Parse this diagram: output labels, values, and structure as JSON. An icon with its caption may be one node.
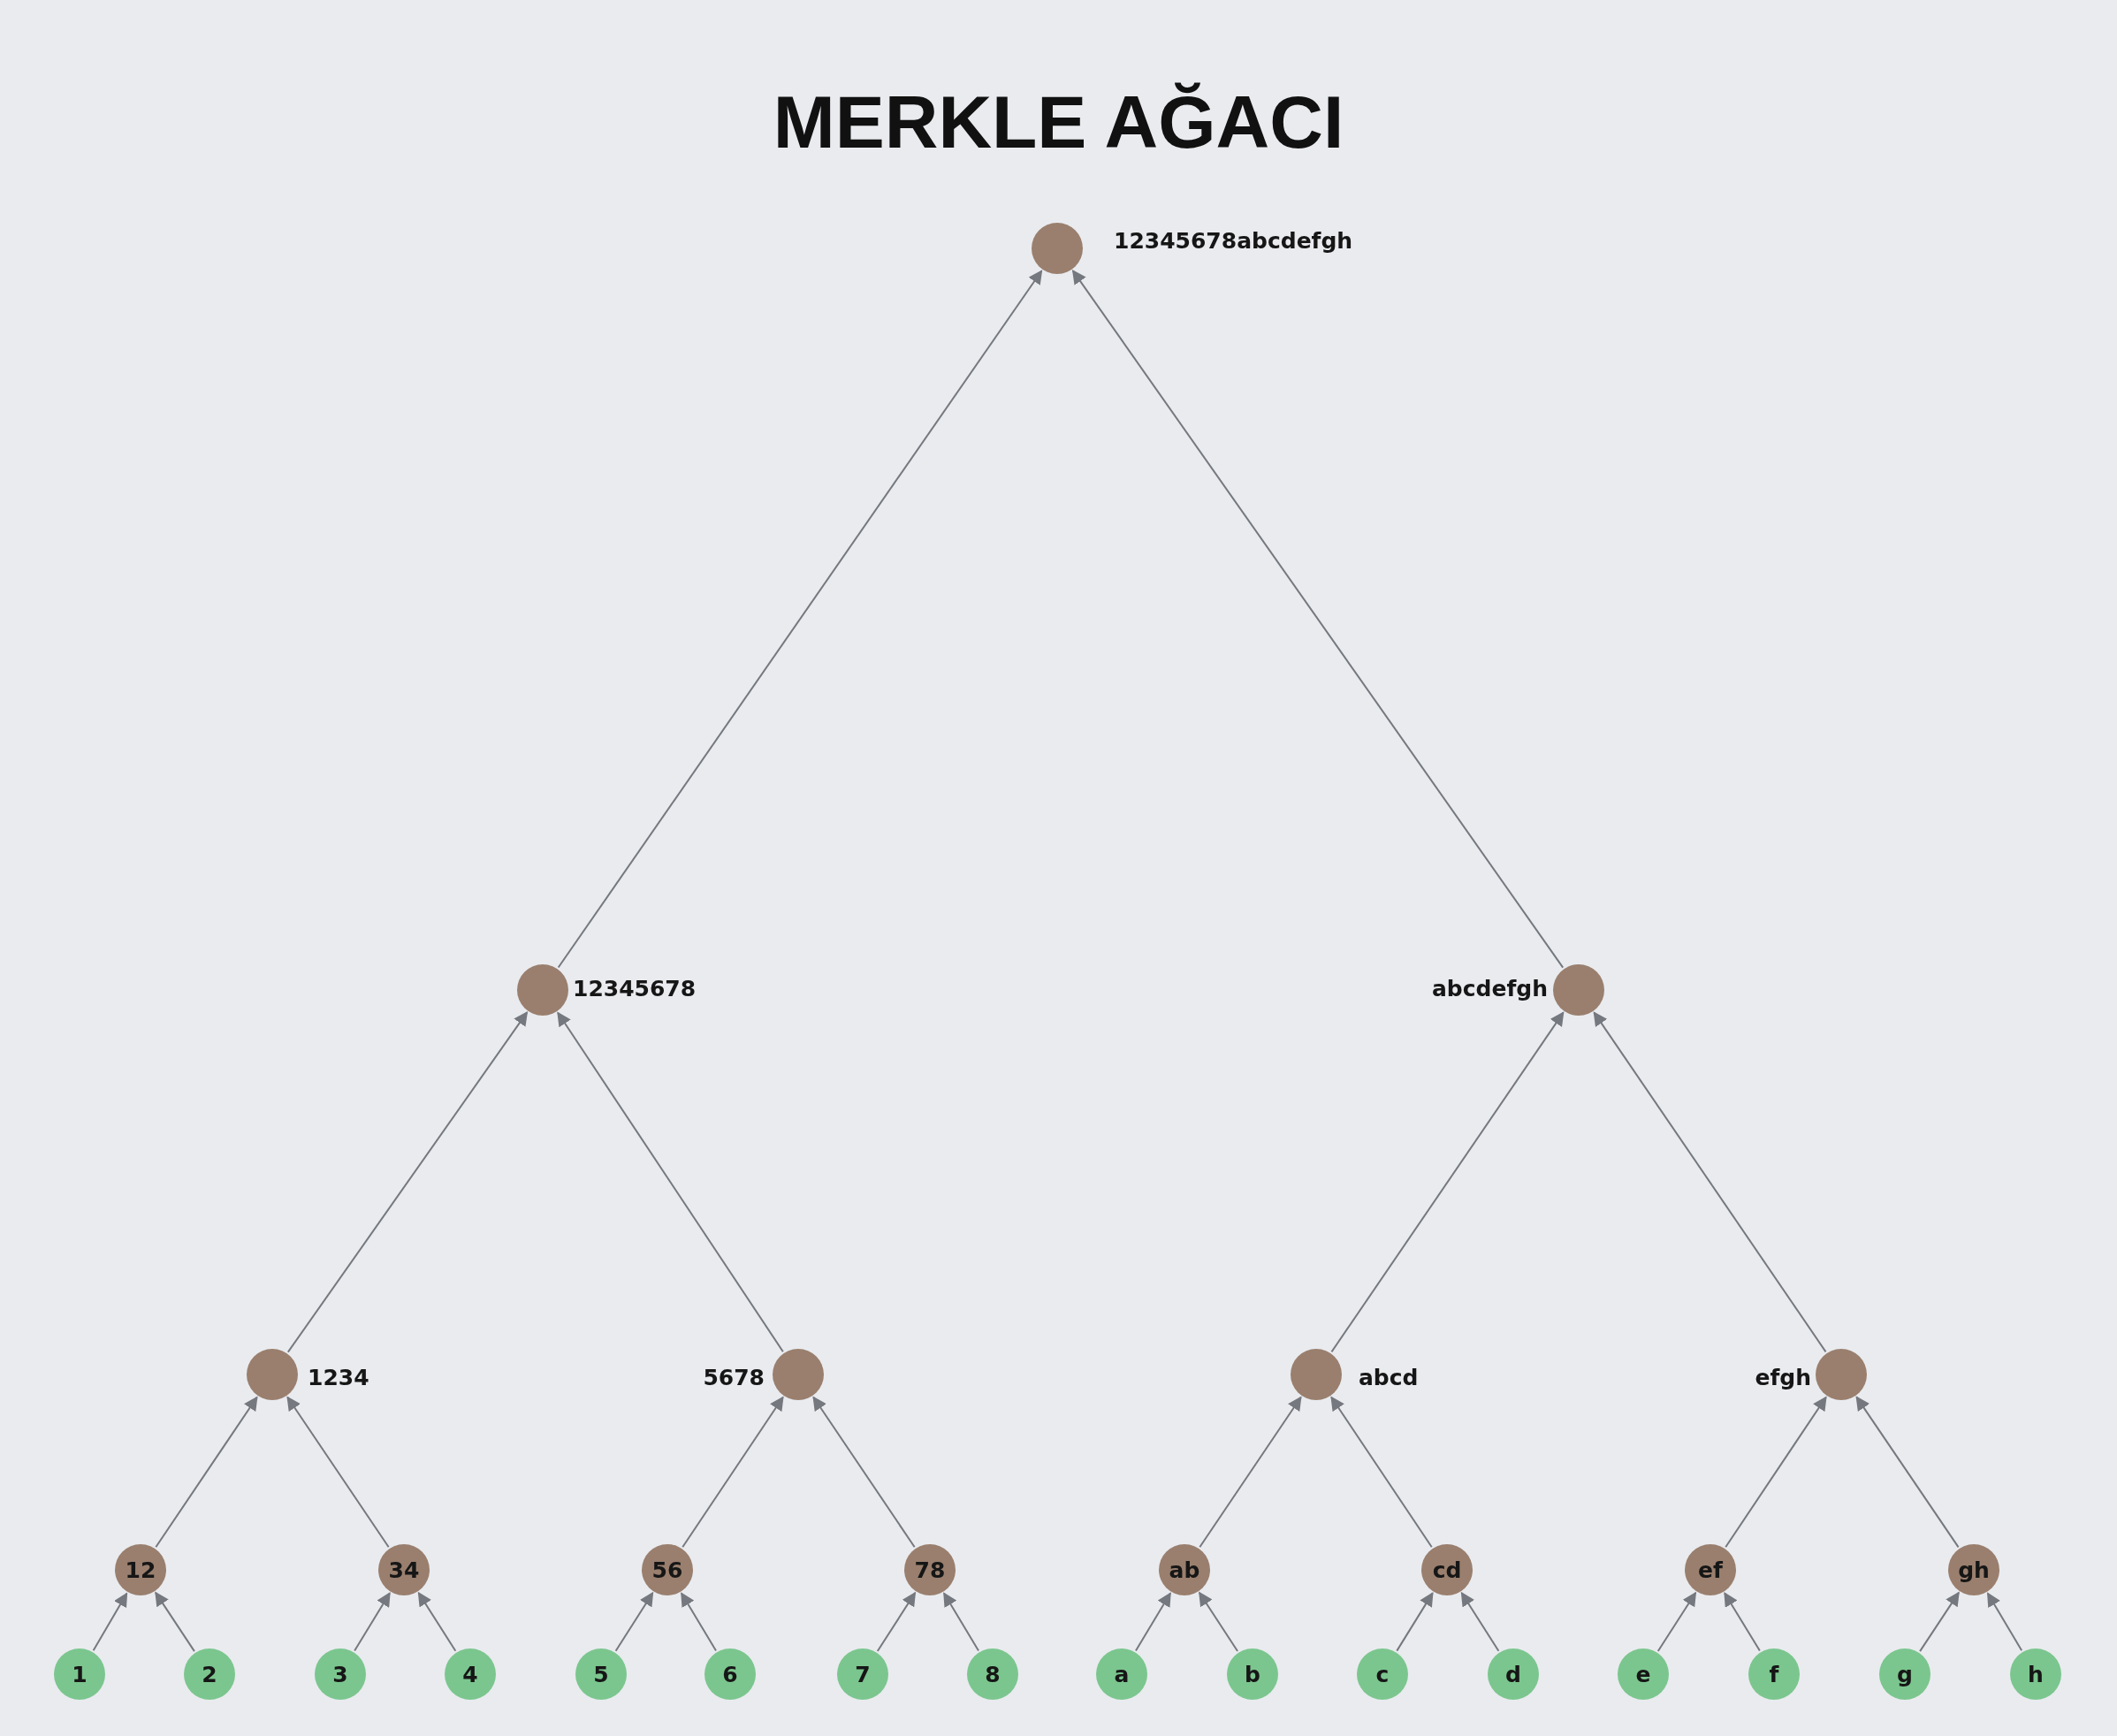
{
  "diagram": {
    "title": "MERKLE AĞACI",
    "nodes": [
      {
        "text": [],
        "shape": "circle",
        "beside": [
          "12345678abcdefgh"
        ]
      },
      {
        "text": [],
        "shape": "circle",
        "beside": [
          "12345678"
        ]
      },
      {
        "text": [],
        "shape": "circle",
        "beside": [
          "abcdefgh"
        ]
      },
      {
        "text": [],
        "shape": "circle",
        "beside": [
          "1234"
        ]
      },
      {
        "text": [],
        "shape": "circle",
        "beside": [
          "5678"
        ]
      },
      {
        "text": [],
        "shape": "circle",
        "beside": [
          "abcd"
        ]
      },
      {
        "text": [],
        "shape": "circle",
        "beside": [
          "efgh"
        ]
      },
      {
        "text": [
          "12"
        ]
      },
      {
        "text": [
          "34"
        ]
      },
      {
        "text": [
          "56"
        ]
      },
      {
        "text": [
          "78"
        ]
      },
      {
        "text": [
          "ab"
        ]
      },
      {
        "text": [
          "cd"
        ]
      },
      {
        "text": [
          "ef"
        ]
      },
      {
        "text": [
          "gh"
        ]
      },
      {
        "text": [
          "1"
        ]
      },
      {
        "text": [
          "2"
        ]
      },
      {
        "text": [
          "3"
        ]
      },
      {
        "text": [
          "4"
        ]
      },
      {
        "text": [
          "5"
        ]
      },
      {
        "text": [
          "6"
        ]
      },
      {
        "text": [
          "7"
        ]
      },
      {
        "text": [
          "8"
        ]
      },
      {
        "text": [
          "a"
        ]
      },
      {
        "text": [
          "b"
        ]
      },
      {
        "text": [
          "c"
        ]
      },
      {
        "text": [
          "d"
        ]
      },
      {
        "text": [
          "e"
        ]
      },
      {
        "text": [
          "f"
        ]
      },
      {
        "text": [
          "g"
        ]
      },
      {
        "text": [
          "h"
        ]
      }
    ],
    "edges": [
      {
        "from": 1,
        "to": 0,
        "arrow": "to"
      },
      {
        "from": 2,
        "to": 0,
        "arrow": "to"
      },
      {
        "from": 3,
        "to": 1,
        "arrow": "to"
      },
      {
        "from": 4,
        "to": 1,
        "arrow": "to"
      },
      {
        "from": 5,
        "to": 2,
        "arrow": "to"
      },
      {
        "from": 6,
        "to": 2,
        "arrow": "to"
      },
      {
        "from": 7,
        "to": 3,
        "arrow": "to"
      },
      {
        "from": 8,
        "to": 3,
        "arrow": "to"
      },
      {
        "from": 9,
        "to": 4,
        "arrow": "to"
      },
      {
        "from": 10,
        "to": 4,
        "arrow": "to"
      },
      {
        "from": 11,
        "to": 5,
        "arrow": "to"
      },
      {
        "from": 12,
        "to": 5,
        "arrow": "to"
      },
      {
        "from": 13,
        "to": 6,
        "arrow": "to"
      },
      {
        "from": 14,
        "to": 6,
        "arrow": "to"
      },
      {
        "from": 15,
        "to": 7,
        "arrow": "to"
      },
      {
        "from": 16,
        "to": 7,
        "arrow": "to"
      },
      {
        "from": 17,
        "to": 8,
        "arrow": "to"
      },
      {
        "from": 18,
        "to": 8,
        "arrow": "to"
      },
      {
        "from": 19,
        "to": 9,
        "arrow": "to"
      },
      {
        "from": 20,
        "to": 9,
        "arrow": "to"
      },
      {
        "from": 21,
        "to": 10,
        "arrow": "to"
      },
      {
        "from": 22,
        "to": 10,
        "arrow": "to"
      },
      {
        "from": 23,
        "to": 11,
        "arrow": "to"
      },
      {
        "from": 24,
        "to": 11,
        "arrow": "to"
      },
      {
        "from": 25,
        "to": 12,
        "arrow": "to"
      },
      {
        "from": 26,
        "to": 12,
        "arrow": "to"
      },
      {
        "from": 27,
        "to": 13,
        "arrow": "to"
      },
      {
        "from": 28,
        "to": 13,
        "arrow": "to"
      },
      {
        "from": 29,
        "to": 14,
        "arrow": "to"
      },
      {
        "from": 30,
        "to": 14,
        "arrow": "to"
      }
    ]
  }
}
